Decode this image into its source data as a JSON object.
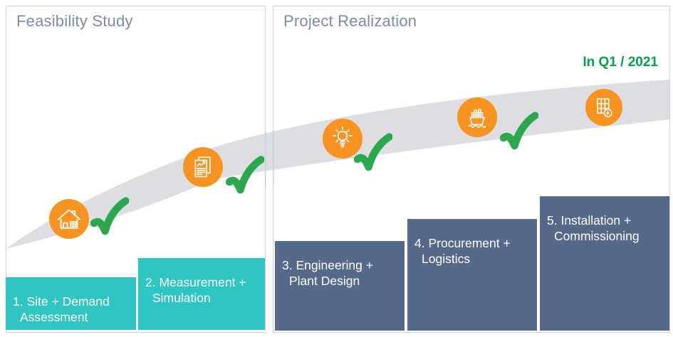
{
  "panels": {
    "left": {
      "title": "Feasibility Study"
    },
    "right": {
      "title": "Project Realization",
      "milestone": "In Q1 / 2021"
    }
  },
  "steps": [
    {
      "line1": "1. Site + Demand",
      "line2": "Assessment",
      "icon": "house-icon",
      "phase": "feasibility",
      "completed": true
    },
    {
      "line1": "2. Measurement +",
      "line2": "Simulation",
      "icon": "report-chart-icon",
      "phase": "feasibility",
      "completed": true
    },
    {
      "line1": "3. Engineering +",
      "line2": "Plant Design",
      "icon": "lightbulb-icon",
      "phase": "realization",
      "completed": true
    },
    {
      "line1": "4. Procurement +",
      "line2": "Logistics",
      "icon": "cargo-ship-icon",
      "phase": "realization",
      "completed": true
    },
    {
      "line1": "5. Installation  +",
      "line2": "Commissioning",
      "icon": "solar-panel-icon",
      "phase": "realization",
      "completed": false
    }
  ],
  "colors": {
    "feasibility_step_fill": "#2fc5c2",
    "realization_step_fill": "#57698b",
    "icon_circle_orange": "#f79421",
    "checkmark_green": "#2ba84e",
    "milestone_green": "#00a34d",
    "panel_title_gray_blue": "#7d8ba9",
    "panel_border": "#cbd0d9",
    "swoosh_gray": "#dcdee3"
  }
}
